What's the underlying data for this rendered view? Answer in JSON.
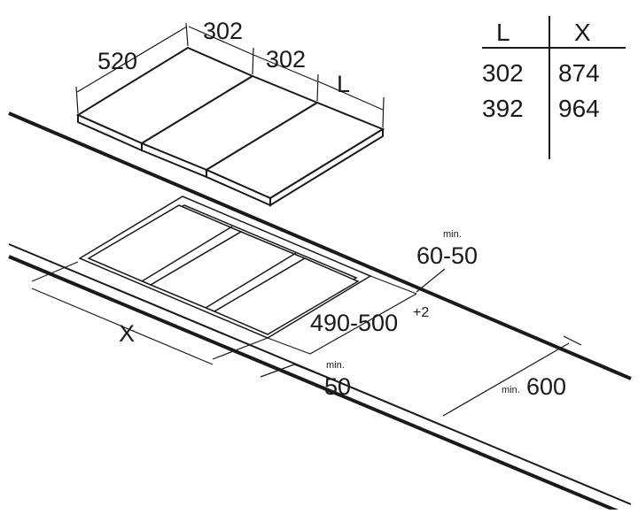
{
  "table": {
    "headers": [
      "L",
      "X"
    ],
    "rows": [
      [
        "302",
        "874"
      ],
      [
        "392",
        "964"
      ]
    ]
  },
  "top_view": {
    "depth": "520",
    "width_1": "302",
    "width_2": "302",
    "width_3": "L"
  },
  "cutout": {
    "width": "X",
    "depth": "490-500",
    "depth_tolerance": "+2",
    "front_distance_prefix": "min.",
    "front_distance": "50",
    "rear_distance_prefix": "min.",
    "rear_distance": "60-50",
    "wall_distance_prefix": "min.",
    "wall_distance": "600"
  }
}
